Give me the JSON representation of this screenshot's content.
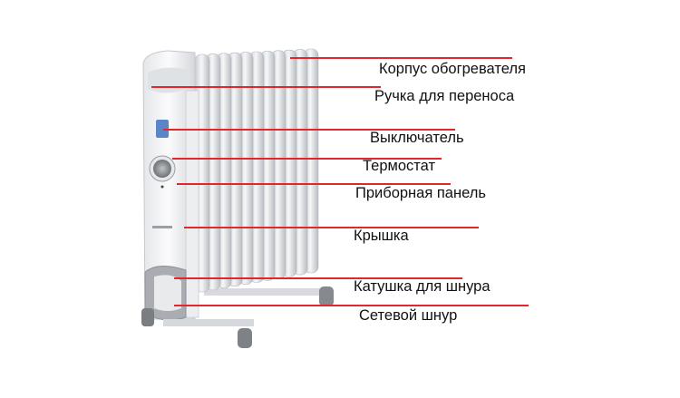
{
  "diagram": {
    "subject": "oil-radiator-heater",
    "line_color": "#e3262b",
    "labels": [
      "Корпус обогревателя",
      "Ручка для переноса",
      "Выключатель",
      "Термостат",
      "Приборная панель",
      "Крышка",
      "Катушка для шнура",
      "Сетевой шнур"
    ]
  }
}
